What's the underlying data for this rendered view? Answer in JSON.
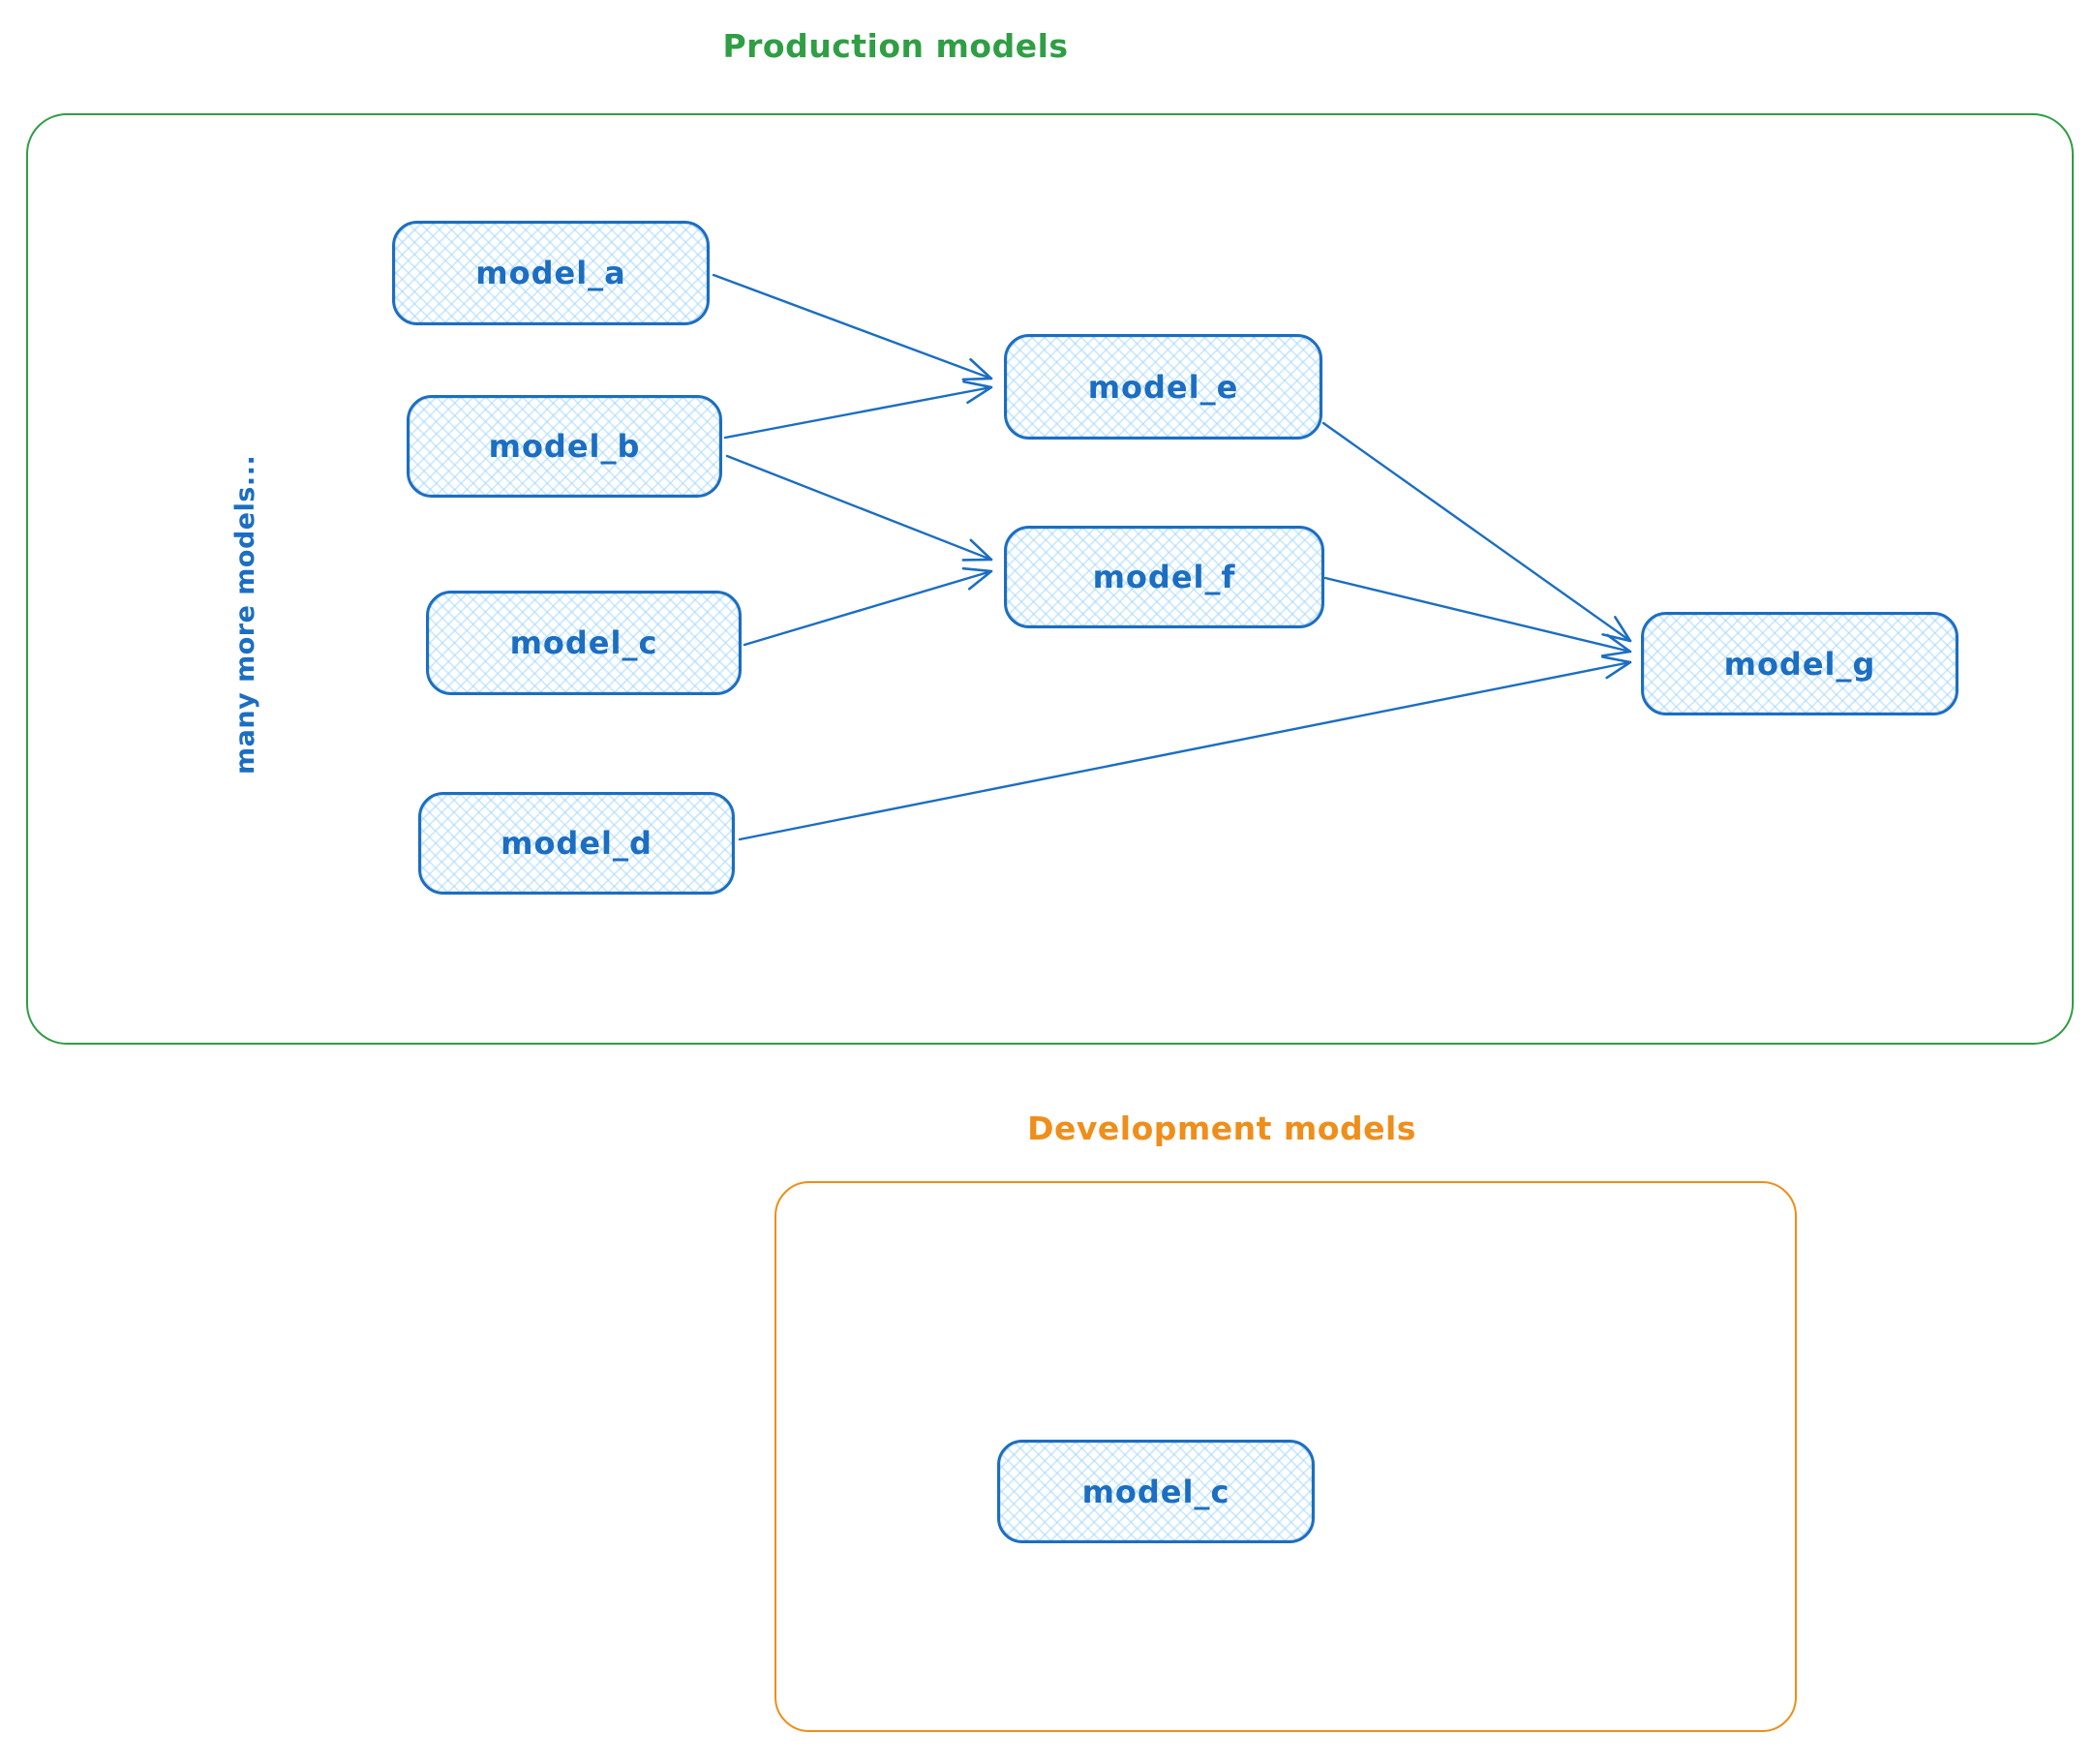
{
  "titles": {
    "production": "Production models",
    "development": "Development models"
  },
  "side_note": "many more models...",
  "nodes": {
    "a": {
      "label": "model_a"
    },
    "b": {
      "label": "model_b"
    },
    "c": {
      "label": "model_c"
    },
    "d": {
      "label": "model_d"
    },
    "e": {
      "label": "model_e"
    },
    "f": {
      "label": "model_f"
    },
    "g": {
      "label": "model_g"
    },
    "dev_c": {
      "label": "model_c"
    }
  },
  "edges": [
    {
      "from": "model_a",
      "to": "model_e"
    },
    {
      "from": "model_b",
      "to": "model_e"
    },
    {
      "from": "model_b",
      "to": "model_f"
    },
    {
      "from": "model_c",
      "to": "model_f"
    },
    {
      "from": "model_e",
      "to": "model_g"
    },
    {
      "from": "model_f",
      "to": "model_g"
    },
    {
      "from": "model_d",
      "to": "model_g"
    }
  ],
  "colors": {
    "blue": "#1b6ec2",
    "blue_fill": "#a5d8ff",
    "green": "#2f9e44",
    "orange": "#ef8e1a"
  }
}
